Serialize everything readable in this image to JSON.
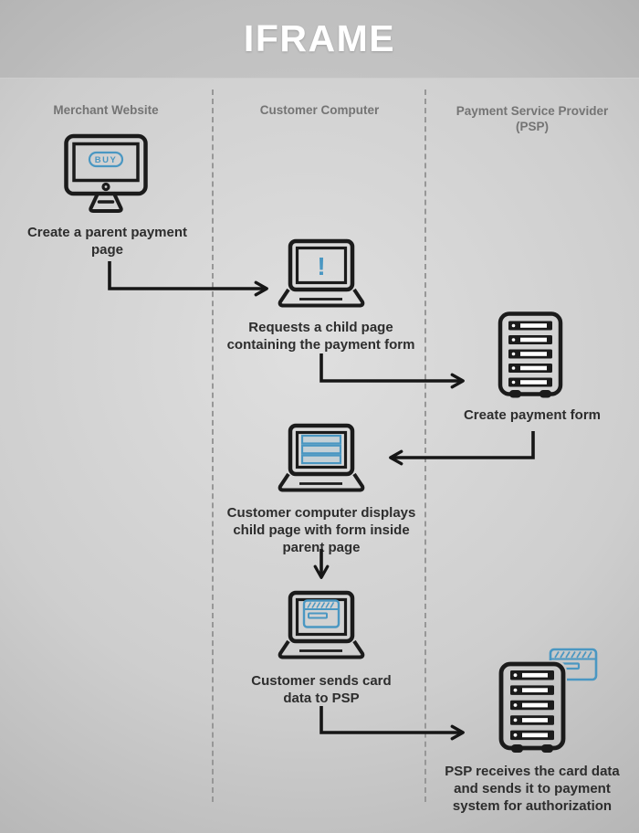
{
  "title": "IFRAME",
  "columns": [
    {
      "label": "Merchant Website"
    },
    {
      "label": "Customer Computer"
    },
    {
      "label": "Payment Service Provider (PSP)"
    }
  ],
  "steps": [
    {
      "label": "Create a parent payment page",
      "icon": "desktop-buy-icon"
    },
    {
      "label": "Requests a child page containing the payment form",
      "icon": "laptop-alert-icon"
    },
    {
      "label": "Create payment form",
      "icon": "server-icon"
    },
    {
      "label": "Customer computer displays child page with form inside parent page",
      "icon": "laptop-form-icon"
    },
    {
      "label": "Customer sends card data to PSP",
      "icon": "laptop-card-icon"
    },
    {
      "label": "PSP receives the card data and sends it to payment system for authorization",
      "icon": "server-card-icon"
    }
  ],
  "connections": [
    {
      "from": 0,
      "to": 1
    },
    {
      "from": 1,
      "to": 2
    },
    {
      "from": 2,
      "to": 3
    },
    {
      "from": 3,
      "to": 4
    },
    {
      "from": 4,
      "to": 5
    }
  ],
  "icon_labels": {
    "buy_button": "BUY",
    "alert_mark": "!"
  },
  "colors": {
    "accent_blue": "#4a97c2",
    "icon_stroke": "#1b1b1b",
    "title_text": "#ffffff",
    "column_header_text": "#747474",
    "step_label_text": "#2d2d2d"
  }
}
